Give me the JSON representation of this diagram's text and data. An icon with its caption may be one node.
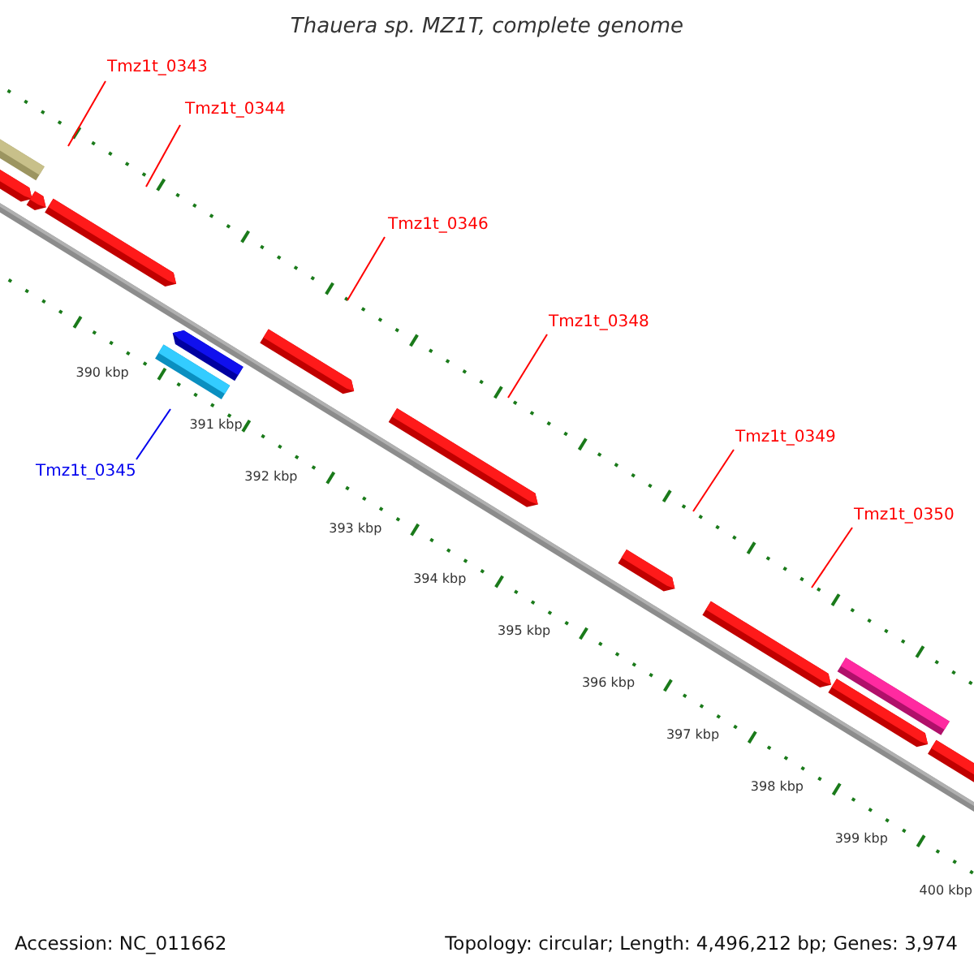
{
  "diagram": {
    "title": "Thauera sp. MZ1T, complete genome",
    "nodes": [
      {
        "text": [
          "Tmz1t_0343"
        ]
      },
      {
        "text": [
          "Tmz1t_0344"
        ]
      },
      {
        "text": [
          "Tmz1t_0345"
        ]
      },
      {
        "text": [
          "Tmz1t_0346"
        ]
      },
      {
        "text": [
          "Tmz1t_0348"
        ]
      },
      {
        "text": [
          "Tmz1t_0349"
        ]
      },
      {
        "text": [
          "Tmz1t_0350"
        ]
      }
    ],
    "edges": [
      {
        "from": 0,
        "to": null,
        "arrow": "none"
      },
      {
        "from": 1,
        "to": null,
        "arrow": "none"
      },
      {
        "from": 2,
        "to": null,
        "arrow": "none",
        "color": "#0000ee"
      },
      {
        "from": 3,
        "to": null,
        "arrow": "none"
      },
      {
        "from": 4,
        "to": null,
        "arrow": "none"
      },
      {
        "from": 5,
        "to": null,
        "arrow": "none"
      },
      {
        "from": 6,
        "to": null,
        "arrow": "none"
      }
    ],
    "labels": [
      "390 kbp",
      "391 kbp",
      "392 kbp",
      "393 kbp",
      "394 kbp",
      "395 kbp",
      "396 kbp",
      "397 kbp",
      "398 kbp",
      "399 kbp",
      "400 kbp",
      "Accession: NC_011662",
      "Topology: circular; Length: 4,496,212 bp; Genes: 3,974"
    ]
  }
}
